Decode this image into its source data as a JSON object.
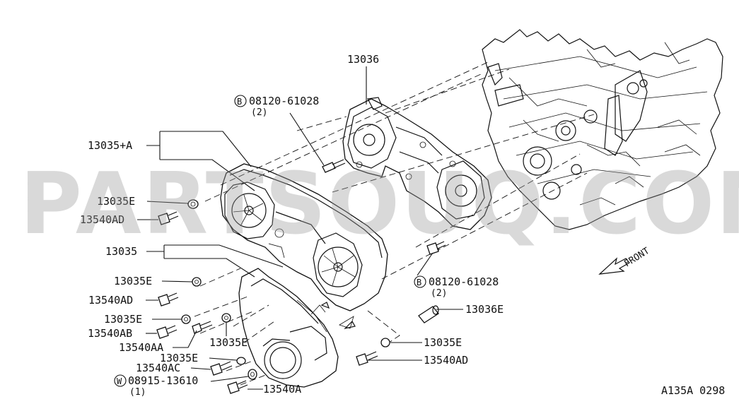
{
  "labels": {
    "cover_assy": "13035+A",
    "rear_plate": "13036",
    "bolt_code_top": "08120-61028",
    "bolt_qty_top": "(2)",
    "bolt_code_right": "08120-61028",
    "bolt_qty_right": "(2)",
    "seal_1": "13035E",
    "bolt_1": "13540AD",
    "cover": "13035",
    "seal_2": "13035E",
    "bolt_2": "13540AD",
    "seal_3": "13035E",
    "bolt_3": "13540AB",
    "bolt_4": "13540AA",
    "seal_4": "13035E",
    "seal_5": "13035E",
    "bolt_5": "13540AC",
    "washer_code": "08915-13610",
    "washer_qty": "(1)",
    "bolt_6": "13540A",
    "dowel": "13036E",
    "seal_right": "13035E",
    "bolt_right": "13540AD",
    "front": "FRONT",
    "drawing_code": "A135A 0298",
    "symbol_b": "B",
    "symbol_w": "W"
  },
  "watermark": "PARTSOUQ.COM"
}
